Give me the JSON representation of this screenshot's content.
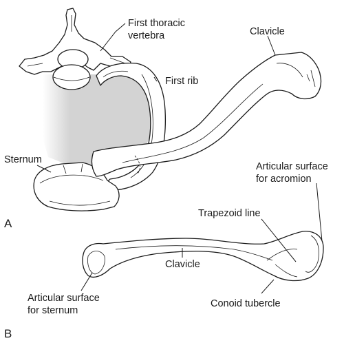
{
  "figure": {
    "panel_a": {
      "panel_label": "A",
      "labels": {
        "first_thoracic_vertebra_line1": "First thoracic",
        "first_thoracic_vertebra_line2": "vertebra",
        "clavicle": "Clavicle",
        "first_rib": "First rib",
        "sternum": "Sternum"
      }
    },
    "panel_b": {
      "panel_label": "B",
      "labels": {
        "articular_surface_acromion_line1": "Articular surface",
        "articular_surface_acromion_line2": "for acromion",
        "trapezoid_line": "Trapezoid line",
        "clavicle": "Clavicle",
        "articular_surface_sternum_line1": "Articular surface",
        "articular_surface_sternum_line2": "for sternum",
        "conoid_tubercle": "Conoid tubercle"
      }
    },
    "colors": {
      "ink": "#1a1a1a",
      "thoracic_cavity_shade": "#d3d3d3",
      "background": "#ffffff"
    }
  }
}
